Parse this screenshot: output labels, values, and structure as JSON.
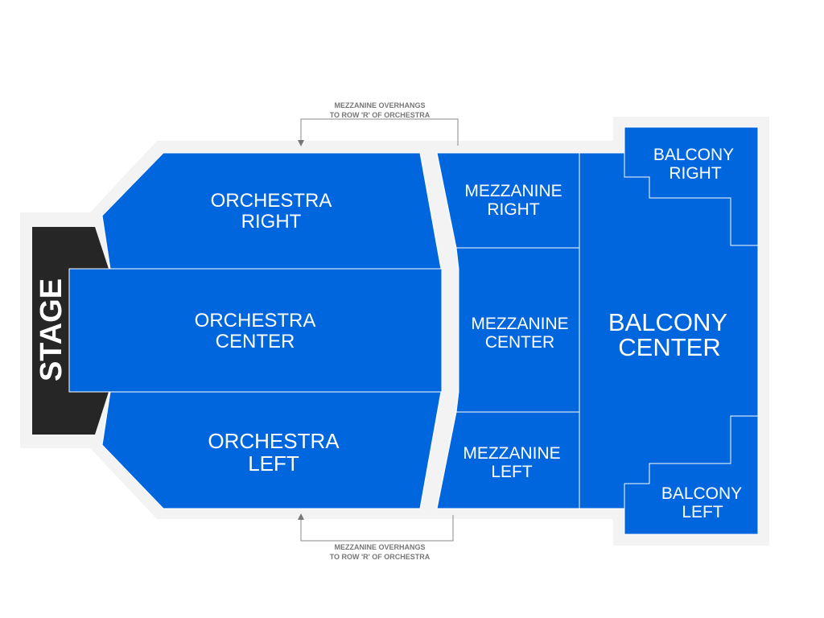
{
  "colors": {
    "section": "#0066dd",
    "outline": "#f3f3f3",
    "stage": "#262626",
    "label": "#ffffff",
    "note": "#777777"
  },
  "stage": {
    "label": "STAGE"
  },
  "notes": {
    "top": {
      "line1": "MEZZANINE OVERHANGS",
      "line2": "TO ROW 'R' OF ORCHESTRA"
    },
    "bottom": {
      "line1": "MEZZANINE OVERHANGS",
      "line2": "TO ROW 'R' OF ORCHESTRA"
    }
  },
  "sections": {
    "orchestra_right": {
      "line1": "ORCHESTRA",
      "line2": "RIGHT"
    },
    "orchestra_center": {
      "line1": "ORCHESTRA",
      "line2": "CENTER"
    },
    "orchestra_left": {
      "line1": "ORCHESTRA",
      "line2": "LEFT"
    },
    "mezzanine_right": {
      "line1": "MEZZANINE",
      "line2": "RIGHT"
    },
    "mezzanine_center": {
      "line1": "MEZZANINE",
      "line2": "CENTER"
    },
    "mezzanine_left": {
      "line1": "MEZZANINE",
      "line2": "LEFT"
    },
    "balcony_right": {
      "line1": "BALCONY",
      "line2": "RIGHT"
    },
    "balcony_center": {
      "line1": "BALCONY",
      "line2": "CENTER"
    },
    "balcony_left": {
      "line1": "BALCONY",
      "line2": "LEFT"
    }
  }
}
